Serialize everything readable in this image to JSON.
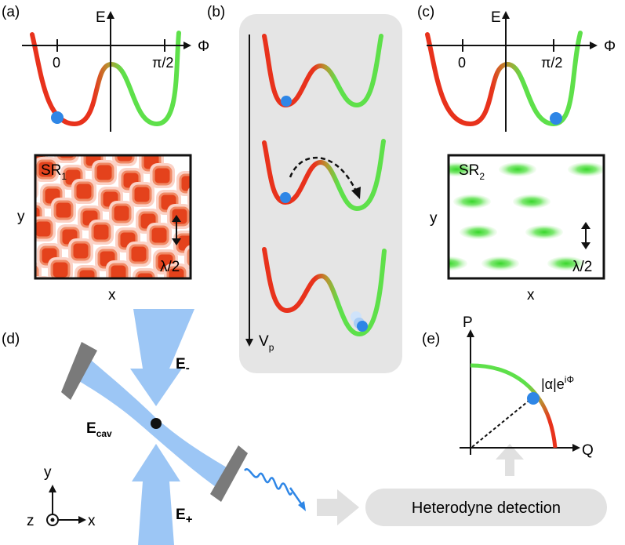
{
  "panels": {
    "a": {
      "label": "(a)",
      "axis_energy": "E",
      "axis_phase": "Φ",
      "tick_zero": "0",
      "tick_half_pi": "π/2",
      "map_label": "SR",
      "map_label_sub": "1",
      "axis_y": "y",
      "axis_x": "x",
      "scale": "λ/2"
    },
    "b": {
      "label": "(b)",
      "axis_vp": "V",
      "axis_vp_sub": "p"
    },
    "c": {
      "label": "(c)",
      "axis_energy": "E",
      "axis_phase": "Φ",
      "tick_zero": "0",
      "tick_half_pi": "π/2",
      "map_label": "SR",
      "map_label_sub": "2",
      "axis_y": "y",
      "axis_x": "x",
      "scale": "λ/2"
    },
    "d": {
      "label": "(d)",
      "e_minus": "E",
      "e_minus_sub": "-",
      "e_plus": "E",
      "e_plus_sub": "+",
      "e_cav": "E",
      "e_cav_sub": "cav",
      "axis_y": "y",
      "axis_z": "z",
      "axis_x": "x"
    },
    "e": {
      "label": "(e)",
      "axis_p": "P",
      "axis_q": "Q",
      "amplitude": "|α|e",
      "amplitude_sup": "iΦ"
    }
  },
  "detection_label": "Heterodyne detection",
  "colors": {
    "red": "#e8321c",
    "green": "#5ee04a",
    "blue_ball": "#2e86e6",
    "beam": "#9cc6f5",
    "panel_bg": "#e5e5e5",
    "mirror": "#7a7a7a",
    "arrow_gray": "#e0e0e0"
  }
}
